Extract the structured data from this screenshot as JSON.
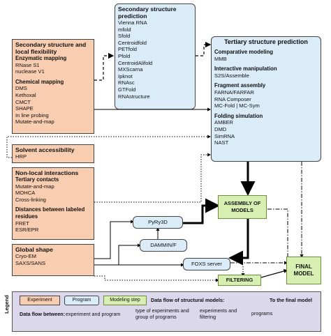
{
  "secondary_exp": {
    "title": "Secondary structure and local flexibility",
    "enzymatic_header": "Enzymatic mapping",
    "enzymatic_items": [
      "RNase S1",
      "nuclease V1"
    ],
    "chemical_header": "Chemical mapping",
    "chemical_items": [
      "DMS",
      "Kethoxal",
      "CMCT",
      "SHAPE",
      "In line probing",
      "Mutate-and-map"
    ]
  },
  "secondary_prog": {
    "title": "Secondary structure prediction",
    "items": [
      "Vienna RNA",
      "mfold",
      "Sfold",
      "Centroidfold",
      "PETfold",
      "Pfold",
      "CentroidAlifold",
      "MXScarna",
      "Ipknot",
      "RNAsc",
      "GTFold",
      "RNAstructure"
    ]
  },
  "tertiary_prog": {
    "title": "Tertiary structure prediction",
    "groups": [
      {
        "header": "Comparative modeling",
        "items": [
          "MMB"
        ]
      },
      {
        "header": "Interactive manipulation",
        "items": [
          "S2S/Assemble"
        ]
      },
      {
        "header": "Fragment assembly",
        "items": [
          "FARNA/FARFAR",
          "RNA Composer",
          "MC-Fold | MC-Sym"
        ]
      },
      {
        "header": "Folding simulation",
        "items": [
          "AMBER",
          "DMD",
          "SimRNA",
          "NAST"
        ]
      }
    ]
  },
  "solvent_exp": {
    "title": "Solvent accessibility",
    "items": [
      "HRP"
    ]
  },
  "nonlocal_exp": {
    "title": "Non-local interactions",
    "tertiary_header": "Tertiary contacts",
    "tertiary_items": [
      "Mutate-and-map",
      "MOHCA",
      "Cross-linking"
    ],
    "distance_header": "Distances between labeled residues",
    "distance_items": [
      "FRET",
      "ESR/EPR"
    ]
  },
  "global_exp": {
    "title": "Global shape",
    "items": [
      "Cryo-EM",
      "SAXS/SANS"
    ]
  },
  "programs": {
    "pyry3d": "PyRy3D",
    "dammin": "DAMMIN/F",
    "foxs": "FOXS server"
  },
  "steps": {
    "assembly": "ASSEMBLY OF MODELS",
    "filtering": "FILTERING",
    "final": "FINAL MODEL"
  },
  "legend": {
    "title": "Legend",
    "experiment": "Experiment",
    "program": "Program",
    "modeling_step": "Modeling step",
    "structural_flow_label": "Data flow of structural models:",
    "final_model_label": "To the final model",
    "data_flow_label": "Data flow between:",
    "exp_prog": "experiment and program",
    "type_exp": "type of experiments and group of programs",
    "exp_filter": "experiments and filtering",
    "programs": "programs"
  },
  "colors": {
    "experiment": "#f9cdb0",
    "program": "#d9ecf8",
    "modeling_step": "#d7f0b2",
    "legend_bg": "#dcd8ec"
  }
}
